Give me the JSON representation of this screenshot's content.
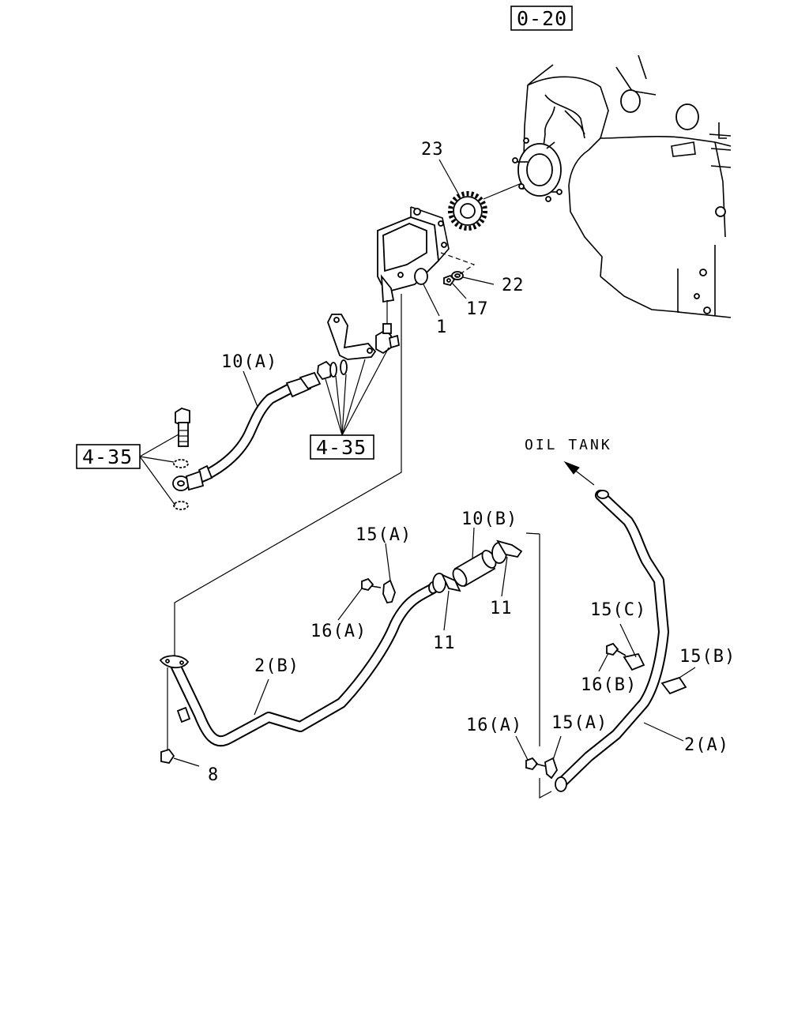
{
  "references": {
    "engine": "0-20",
    "left_fittings": "4-35",
    "center_fittings": "4-35"
  },
  "direction": {
    "oil_tank": "OIL TANK"
  },
  "callouts": {
    "p23": "23",
    "p22": "22",
    "p17": "17",
    "p1": "1",
    "p10a": "10(A)",
    "p10b": "10(B)",
    "p15a_top": "15(A)",
    "p16a_top": "16(A)",
    "p11_left": "11",
    "p11_right": "11",
    "p15c": "15(C)",
    "p15b": "15(B)",
    "p16b": "16(B)",
    "p2b": "2(B)",
    "p2a": "2(A)",
    "p8": "8",
    "p16a_bottom": "16(A)",
    "p15a_bottom": "15(A)"
  }
}
